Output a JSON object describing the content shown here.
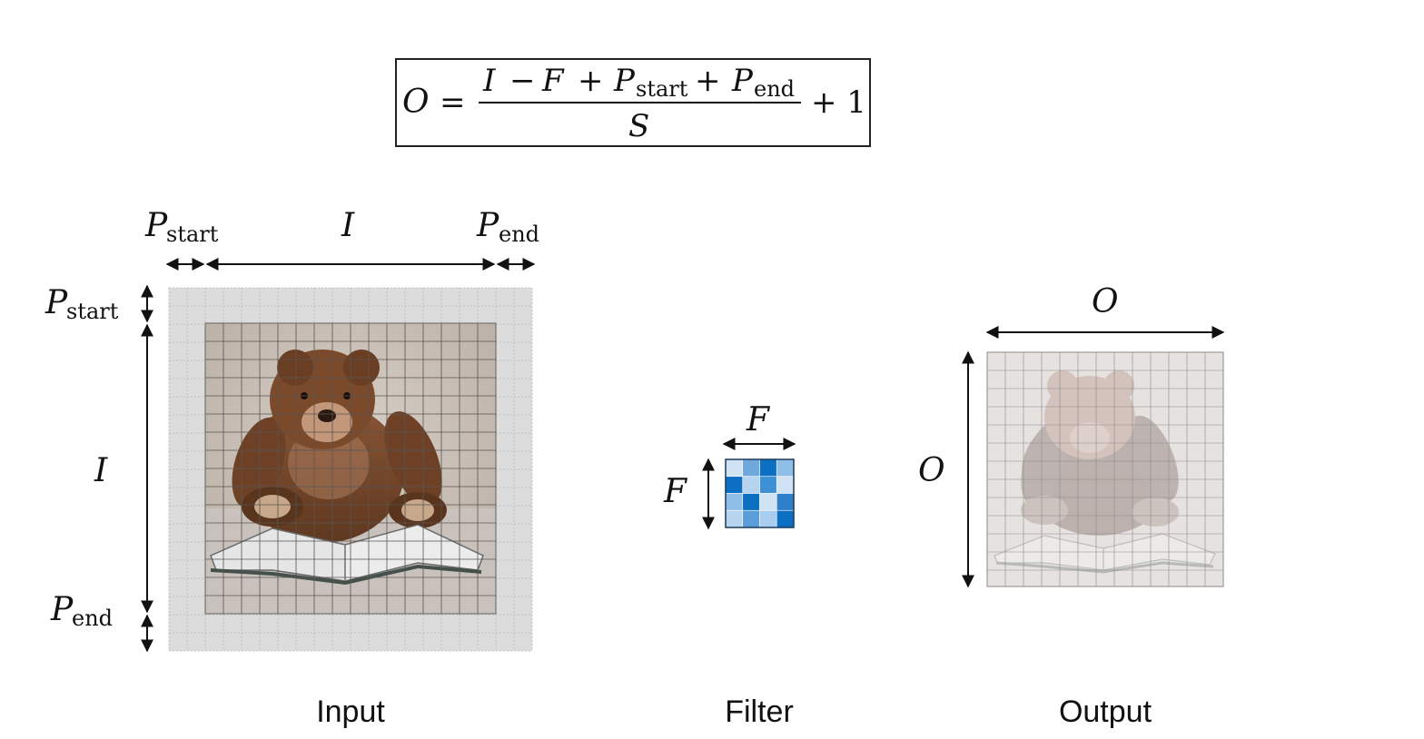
{
  "formula": {
    "lhs": "O",
    "equals": "=",
    "numerator": {
      "I": "I",
      "minus": "−",
      "F": "F",
      "plus1": "+",
      "p1": "P",
      "p1_sub": "start",
      "plus2": "+",
      "p2": "P",
      "p2_sub": "end"
    },
    "denominator": "S",
    "tail": "+ 1"
  },
  "input_panel": {
    "caption": "Input",
    "top_labels": {
      "p_start": "P",
      "p_start_sub": "start",
      "i": "I",
      "p_end": "P",
      "p_end_sub": "end"
    },
    "left_labels": {
      "p_start": "P",
      "p_start_sub": "start",
      "i": "I",
      "p_end": "P",
      "p_end_sub": "end"
    }
  },
  "filter_panel": {
    "caption": "Filter",
    "top_label": "F",
    "left_label": "F",
    "cells": [
      [
        "#cfe3f5",
        "#6fa8dc",
        "#0d6fc2",
        "#8fbfe6"
      ],
      [
        "#0d6fc2",
        "#b7d4ef",
        "#3d8fd6",
        "#cfe3f5"
      ],
      [
        "#8fbfe6",
        "#0d6fc2",
        "#cfe3f5",
        "#2f7fca"
      ],
      [
        "#b7d4ef",
        "#5a9dd8",
        "#a8cdee",
        "#0d6fc2"
      ]
    ]
  },
  "output_panel": {
    "caption": "Output",
    "top_label": "O",
    "left_label": "O"
  },
  "colors": {
    "padding": "#dcdcdc",
    "grid_line": "#9a9a9a",
    "photo_bg": "#cdc5be",
    "bear": "#7a4a2c",
    "arrow": "#111111"
  }
}
